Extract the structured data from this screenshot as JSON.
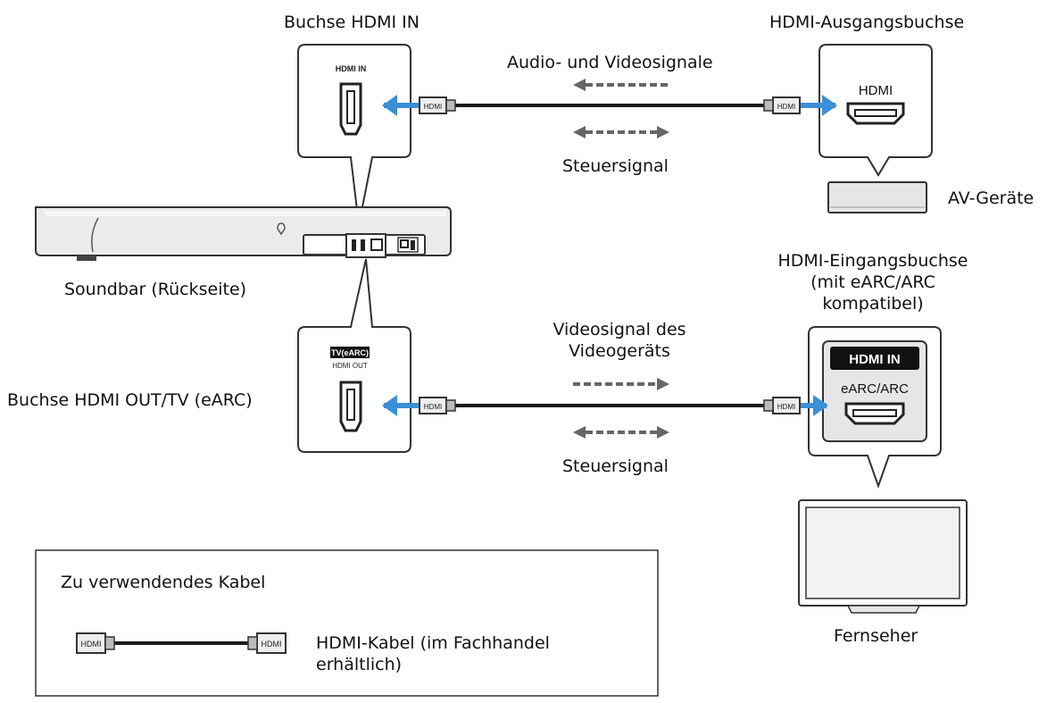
{
  "labels": {
    "hdmi_in_jack": "Buchse HDMI IN",
    "hdmi_output_jack": "HDMI-Ausgangsbuchse",
    "audio_video_signals": "Audio- und Videosignale",
    "control_signal_top": "Steuersignal",
    "av_devices": "AV-Geräte",
    "soundbar_rear": "Soundbar (Rückseite)",
    "hdmi_input_jack_line1": "HDMI-Eingangsbuchse",
    "hdmi_input_jack_line2": "(mit eARC/ARC",
    "hdmi_input_jack_line3": "kompatibel)",
    "video_signal_line1": "Videosignal des",
    "video_signal_line2": "Videogeräts",
    "hdmi_out_tv_jack": "Buchse HDMI OUT/TV (eARC)",
    "control_signal_bottom": "Steuersignal",
    "television": "Fernseher",
    "cable_legend_title": "Zu verwendendes Kabel",
    "cable_desc_line1": "HDMI-Kabel (im Fachhandel",
    "cable_desc_line2": "erhältlich)"
  },
  "port_labels": {
    "soundbar_in": "HDMI IN",
    "soundbar_out_line1": "TV(eARC)",
    "soundbar_out_line2": "HDMI OUT",
    "av_port": "HDMI",
    "tv_port_header": "HDMI IN",
    "tv_port_sub": "eARC/ARC"
  },
  "plug_label": "HDMI",
  "colors": {
    "arrow_blue": "#3a8fd6",
    "outline": "#333333",
    "cable": "#1a1a1a",
    "box_fill": "#e6e6e6"
  }
}
